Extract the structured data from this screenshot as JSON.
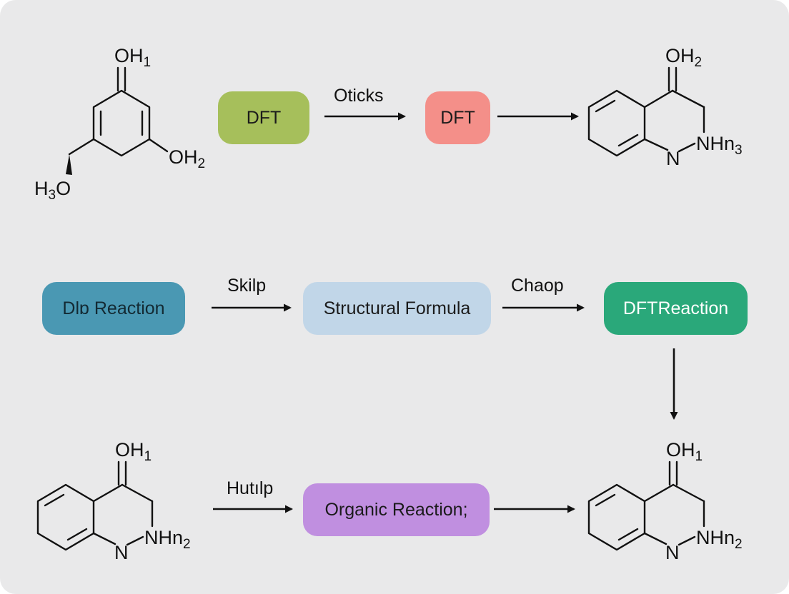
{
  "nodes": {
    "dft_1": {
      "label": "DFT",
      "color": "#a6bf5b",
      "text_color": "#1b1b1b"
    },
    "dft_2": {
      "label": "DFT",
      "color": "#f48f89",
      "text_color": "#1b1b1b"
    },
    "dla_reaction": {
      "label": "Dlɒ Reaction",
      "color": "#4a98b3",
      "text_color": "#132a33"
    },
    "structural_formula": {
      "label": "Structural Formula",
      "color": "#c1d6e8",
      "text_color": "#1b1b1b"
    },
    "dft_reaction": {
      "label": "DFTReaction",
      "color": "#2aa87a",
      "text_color": "#ffffff"
    },
    "organic_reaction": {
      "label": "Organic Reaction;",
      "color": "#c08fe0",
      "text_color": "#1b1b1b"
    }
  },
  "edge_labels": {
    "oticks": "Oticks",
    "skilp": "Skilp",
    "chaop": "Chaop",
    "hutilp": "Hutılp"
  },
  "molecules": {
    "top_left": {
      "top": "OH",
      "top_sub": "1",
      "right": "OH",
      "right_sub": "2",
      "bottom": "H",
      "bottom_sub": "3",
      "bottom_tail": "O"
    },
    "top_right": {
      "top": "OH",
      "top_sub": "2",
      "n1": "N",
      "n2": "NHn",
      "n2_sub": "3"
    },
    "bottom_left": {
      "top": "OH",
      "top_sub": "1",
      "n1": "N",
      "n2": "NHn",
      "n2_sub": "2"
    },
    "bottom_right": {
      "top": "OH",
      "top_sub": "1",
      "n1": "N",
      "n2": "NHn",
      "n2_sub": "2"
    }
  },
  "colors": {
    "background": "#e9e9ea",
    "ink": "#111111"
  }
}
